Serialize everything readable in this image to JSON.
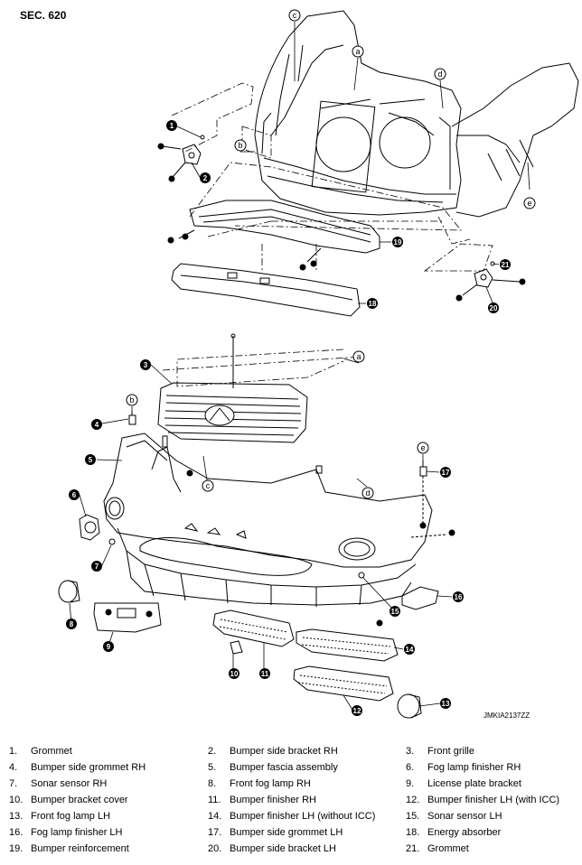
{
  "section_label": "SEC. 620",
  "figure_code": "JMKIA2137ZZ",
  "letter_callouts": [
    "a",
    "b",
    "c",
    "d",
    "e"
  ],
  "legend": [
    {
      "num": "1.",
      "name": "Grommet"
    },
    {
      "num": "2.",
      "name": "Bumper side bracket RH"
    },
    {
      "num": "3.",
      "name": "Front grille"
    },
    {
      "num": "4.",
      "name": "Bumper side grommet RH"
    },
    {
      "num": "5.",
      "name": "Bumper fascia assembly"
    },
    {
      "num": "6.",
      "name": "Fog lamp finisher RH"
    },
    {
      "num": "7.",
      "name": "Sonar sensor RH"
    },
    {
      "num": "8.",
      "name": "Front fog lamp RH"
    },
    {
      "num": "9.",
      "name": "License plate bracket"
    },
    {
      "num": "10.",
      "name": "Bumper bracket cover"
    },
    {
      "num": "11.",
      "name": "Bumper finisher RH"
    },
    {
      "num": "12.",
      "name": "Bumper finisher LH (with ICC)"
    },
    {
      "num": "13.",
      "name": "Front fog lamp LH"
    },
    {
      "num": "14.",
      "name": "Bumper finisher LH (without ICC)"
    },
    {
      "num": "15.",
      "name": "Sonar sensor LH"
    },
    {
      "num": "16.",
      "name": "Fog lamp finisher LH"
    },
    {
      "num": "17.",
      "name": "Bumper side grommet LH"
    },
    {
      "num": "18.",
      "name": "Energy absorber"
    },
    {
      "num": "19.",
      "name": "Bumper reinforcement"
    },
    {
      "num": "20.",
      "name": "Bumper side bracket LH"
    },
    {
      "num": "21.",
      "name": "Grommet"
    }
  ]
}
